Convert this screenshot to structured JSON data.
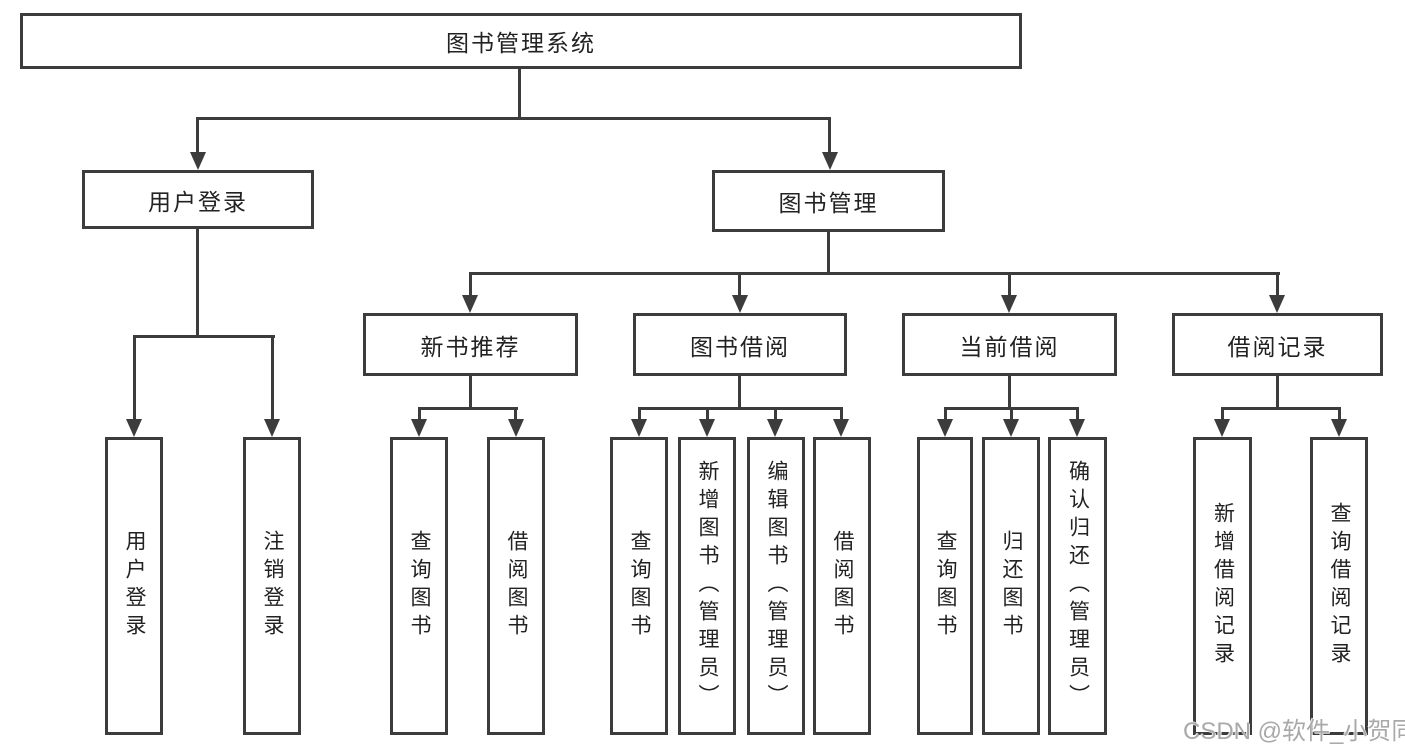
{
  "tree": {
    "root": {
      "label": "图书管理系统"
    },
    "branches": [
      {
        "label": "用户登录",
        "children": [
          {
            "label": "用户登录"
          },
          {
            "label": "注销登录"
          }
        ]
      },
      {
        "label": "图书管理",
        "sections": [
          {
            "label": "新书推荐",
            "children": [
              {
                "label": "查询图书"
              },
              {
                "label": "借阅图书"
              }
            ]
          },
          {
            "label": "图书借阅",
            "children": [
              {
                "label": "查询图书"
              },
              {
                "label": "新增图书（管理员）"
              },
              {
                "label": "编辑图书（管理员）"
              },
              {
                "label": "借阅图书"
              }
            ]
          },
          {
            "label": "当前借阅",
            "children": [
              {
                "label": "查询图书"
              },
              {
                "label": "归还图书"
              },
              {
                "label": "确认归还（管理员）"
              }
            ]
          },
          {
            "label": "借阅记录",
            "children": [
              {
                "label": "新增借阅记录"
              },
              {
                "label": "查询借阅记录"
              }
            ]
          }
        ]
      }
    ]
  },
  "watermark": "CSDN @软件_小贺同学",
  "colors": {
    "line": "#3c3c3c",
    "text": "#222222",
    "box_bg": "#ffffff",
    "watermark": "#a9a9a9",
    "background": "#ffffff"
  }
}
